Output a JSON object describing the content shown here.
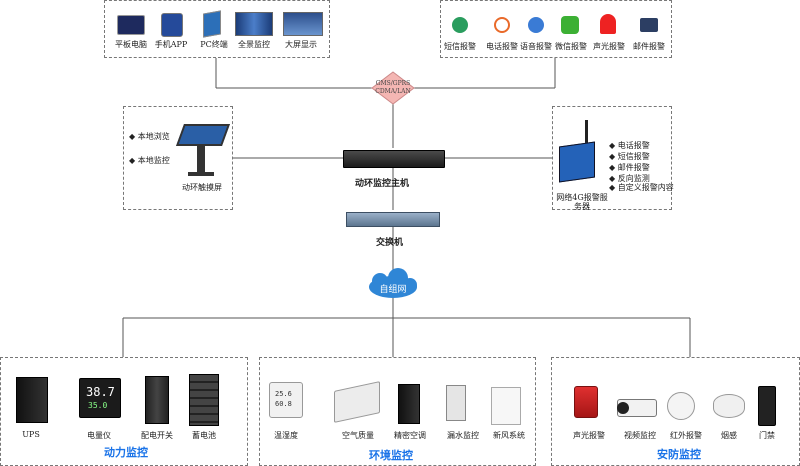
{
  "top_left": {
    "items": [
      "平板电脑",
      "手机APP",
      "PC终端",
      "全景监控",
      "大屏显示"
    ]
  },
  "top_right": {
    "items": [
      "短信报警",
      "电话报警",
      "语音报警",
      "微信报警",
      "声光报警",
      "邮件报警"
    ]
  },
  "network_label": [
    "GMS/GPRS",
    "CDMA/LAN"
  ],
  "local": {
    "items": [
      "◆ 本地浏览",
      "◆ 本地监控"
    ],
    "device": "动环触摸屏"
  },
  "alarm_server": {
    "items": [
      "◆ 电话报警",
      "◆ 短信报警",
      "◆ 邮件报警",
      "◆ 反向监测",
      "◆ 自定义报警内容"
    ],
    "device": "网络4G报警服\n务器"
  },
  "host": "动环监控主机",
  "switch": "交换机",
  "network": "自组网",
  "power": {
    "title": "动力监控",
    "items": [
      "UPS",
      "电量仪",
      "配电开关",
      "蓄电池"
    ],
    "meter_display": [
      "38.7",
      "35.0"
    ]
  },
  "environment": {
    "title": "环境监控",
    "items": [
      "温湿度",
      "空气质量",
      "精密空调",
      "漏水监控",
      "新风系统"
    ],
    "sensor_display": [
      "25.6",
      "60.8"
    ]
  },
  "security": {
    "title": "安防监控",
    "items": [
      "声光报警",
      "视频监控",
      "红外报警",
      "烟感",
      "门禁"
    ]
  }
}
